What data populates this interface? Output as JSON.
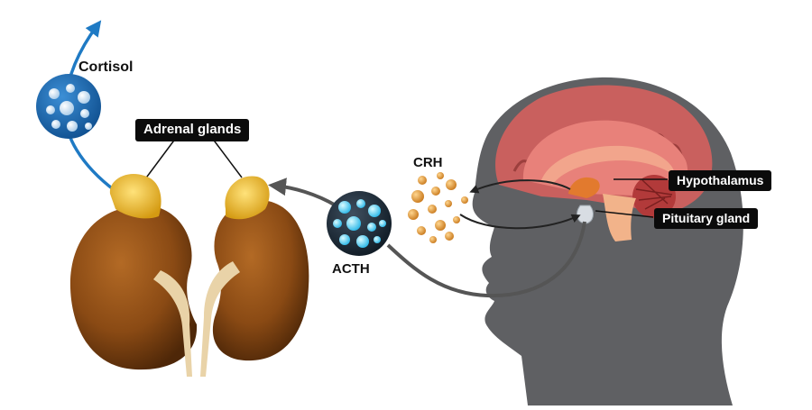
{
  "labels": {
    "cortisol": "Cortisol",
    "adrenal_glands": "Adrenal glands",
    "crh": "CRH",
    "acth": "ACTH",
    "hypothalamus": "Hypothalamus",
    "pituitary_gland": "Pituitary gland"
  },
  "colors": {
    "head": "#5f6063",
    "brain_outer": "#c9605e",
    "brain_inner": "#e8817a",
    "kidney": "#8a4a14",
    "adrenal": "#f1c232",
    "cortisol_blue": "#1f7ac4",
    "acth_blue": "#1c6fa0",
    "crh_orange": "#e6a23c",
    "arrow_gray": "#555555",
    "label_bg": "#0b0b0b"
  },
  "icons": {
    "cortisol": "cortisol-molecule-icon",
    "acth": "acth-molecule-icon",
    "crh": "crh-particles-icon"
  }
}
